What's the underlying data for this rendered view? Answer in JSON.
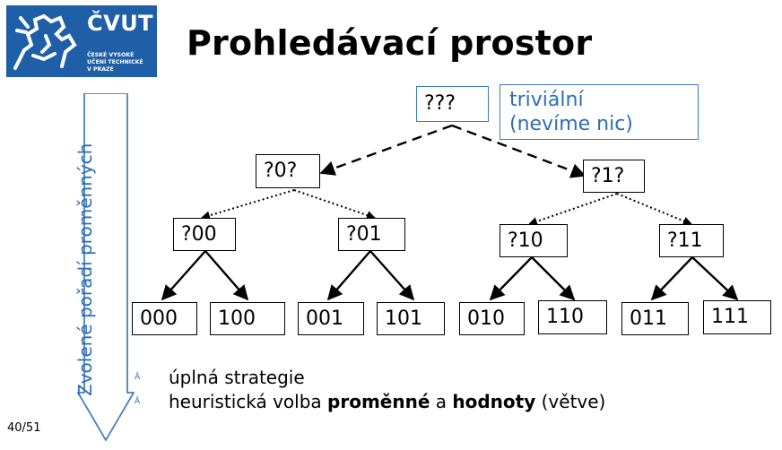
{
  "logo": {
    "brand": "ČVUT",
    "line1": "ČESKÉ VYSOKÉ",
    "line2": "UČENÍ TECHNICKÉ",
    "line3": "V PRAZE"
  },
  "title": "Prohledávací prostor",
  "note": {
    "line1": "triviální",
    "line2": "(nevíme nic)"
  },
  "tree": {
    "root": "???",
    "level1": [
      "?0?",
      "?1?"
    ],
    "level2": [
      "?00",
      "?01",
      "?10",
      "?11"
    ],
    "leaves": [
      "000",
      "100",
      "001",
      "101",
      "010",
      "110",
      "011",
      "111"
    ]
  },
  "side_label": "Zvolené pořadí proměnných",
  "bullets": [
    {
      "mark": "Â",
      "text": "úplná strategie"
    },
    {
      "mark": "Â",
      "pre": "heuristická volba ",
      "b1": "proměnné",
      "mid": " a ",
      "b2": "hodnoty",
      "post": " (větve)"
    }
  ],
  "page_number": "40/51",
  "colors": {
    "brand_blue": "#1f5fa8",
    "accent_blue": "#2c6db8"
  }
}
